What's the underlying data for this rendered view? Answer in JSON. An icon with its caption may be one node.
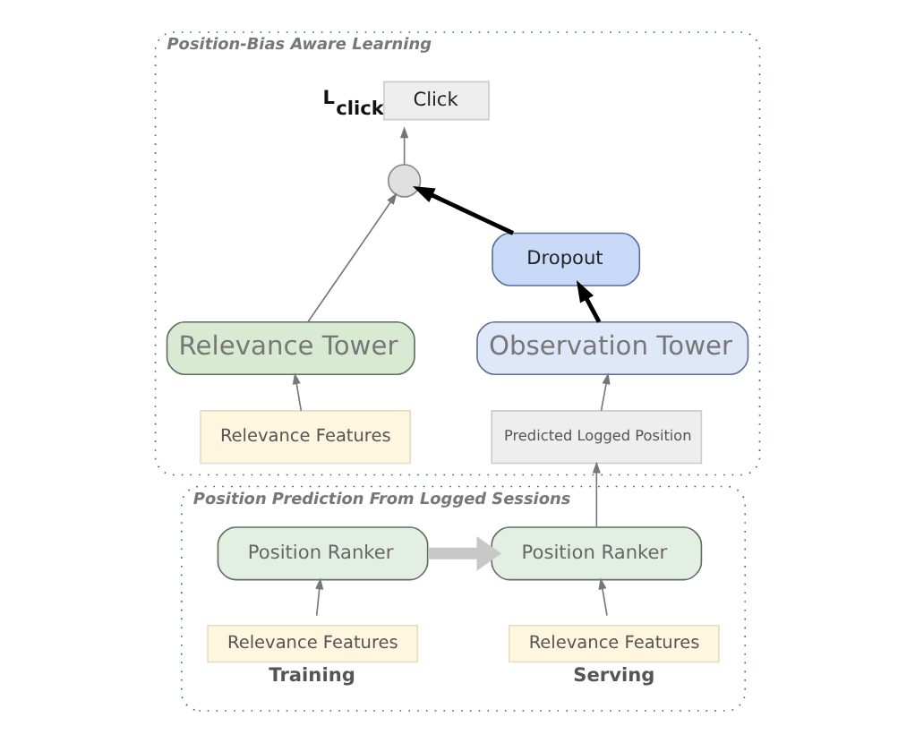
{
  "diagram": {
    "nodes": [
      {
        "text": [
          "Position-Bias Aware Learning"
        ]
      },
      {
        "text": [
          "Click"
        ],
        "in": 0,
        "beside": [
          "L$_{click}$"
        ]
      },
      {
        "text": [],
        "shape": "circle",
        "in": 0
      },
      {
        "text": [
          "Dropout"
        ],
        "in": 0
      },
      {
        "text": [
          "Relevance Tower"
        ],
        "in": 0
      },
      {
        "text": [
          "Observation Tower"
        ],
        "in": 0
      },
      {
        "text": [
          "Relevance Features"
        ],
        "in": 0
      },
      {
        "text": [
          "Predicted Logged Position"
        ],
        "in": 0
      },
      {
        "text": [
          "Position Prediction From Logged Sessions"
        ]
      },
      {
        "text": [
          "Position Ranker"
        ],
        "in": 8
      },
      {
        "text": [
          "Relevance Features"
        ],
        "in": 8,
        "beside": [
          "Training"
        ]
      },
      {
        "text": [
          "Position Ranker"
        ],
        "in": 8
      },
      {
        "text": [
          "Relevance Features"
        ],
        "in": 8,
        "beside": [
          "Serving"
        ]
      }
    ],
    "edges": [
      {
        "from": 2,
        "to": 1,
        "arrow": "to"
      },
      {
        "from": 4,
        "to": 2,
        "arrow": "to"
      },
      {
        "from": 3,
        "to": 2,
        "arrow": "to",
        "style": "thick",
        "color": "#000000"
      },
      {
        "from": 6,
        "to": 4,
        "arrow": "to"
      },
      {
        "from": 5,
        "to": 3,
        "arrow": "to",
        "style": "thick",
        "color": "#000000"
      },
      {
        "from": 7,
        "to": 5,
        "arrow": "to"
      },
      {
        "from": 11,
        "to": 7,
        "arrow": "to"
      },
      {
        "from": 10,
        "to": 9,
        "arrow": "to"
      },
      {
        "from": 12,
        "to": 11,
        "arrow": "to"
      },
      {
        "from": 9,
        "to": 11,
        "arrow": "to",
        "style": "thick",
        "color": "#c8c8c8"
      }
    ]
  }
}
